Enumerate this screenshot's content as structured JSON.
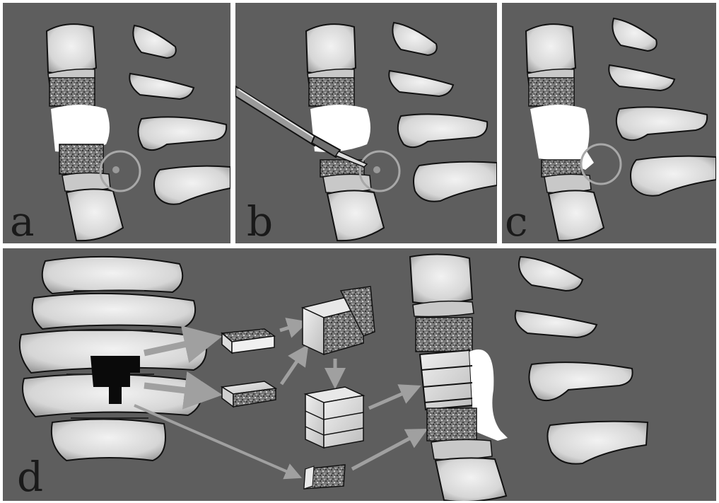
{
  "panels": {
    "a": {
      "label": "a"
    },
    "b": {
      "label": "b"
    },
    "c": {
      "label": "c"
    },
    "d": {
      "label": "d"
    }
  },
  "colors": {
    "background": "#5e5e5e",
    "bone": "#e8e8e8",
    "bone_shadow": "#b4b4b4",
    "cancellous": "#8a8a8a",
    "outline": "#111111",
    "highlight_ring": "#a8a8a8",
    "arrow": "#a0a0a0",
    "resection": "#ffffff"
  }
}
